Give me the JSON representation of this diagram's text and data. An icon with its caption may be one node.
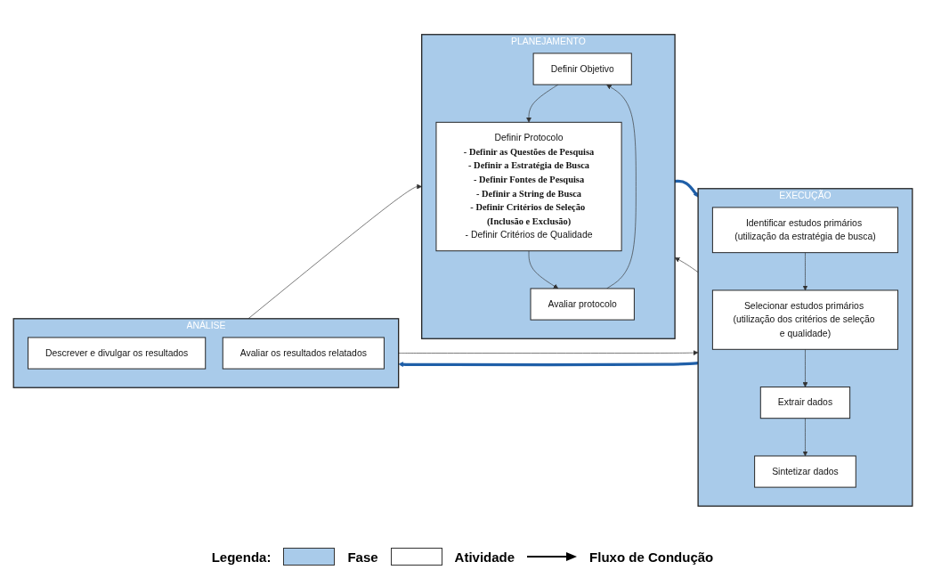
{
  "diagram": {
    "nodes": [
      {
        "text": [
          "PLANEJAMENTO"
        ]
      },
      {
        "text": [
          "Definir Objetivo"
        ],
        "in": 0
      },
      {
        "text": [
          "Definir Protocolo",
          "- Definir as Questões de Pesquisa",
          "- Definir a Estratégia de Busca",
          "- Definir Fontes de Pesquisa",
          "- Definir a String de Busca",
          "- Definir Critérios de Seleção (Inclusão e Exclusão)",
          "- Definir Critérios de Qualidade"
        ],
        "in": 0
      },
      {
        "text": [
          "Avaliar protocolo"
        ],
        "in": 0
      },
      {
        "text": [
          "EXECUÇÃO"
        ]
      },
      {
        "text": [
          "Identificar estudos primários (utilização da estratégia de busca)"
        ],
        "in": 4
      },
      {
        "text": [
          "Selecionar estudos primários (utilização dos critérios de seleção e qualidade)"
        ],
        "in": 4
      },
      {
        "text": [
          "Extrair dados"
        ],
        "in": 4
      },
      {
        "text": [
          "Sintetizar dados"
        ],
        "in": 4
      },
      {
        "text": [
          "ANÁLISE"
        ]
      },
      {
        "text": [
          "Descrever e divulgar os resultados"
        ],
        "in": 9
      },
      {
        "text": [
          "Avaliar os resultados relatados"
        ],
        "in": 9
      }
    ],
    "edges": [
      {
        "from": 1,
        "to": 2,
        "arrow": "to"
      },
      {
        "from": 2,
        "to": 3,
        "arrow": "to"
      },
      {
        "from": 3,
        "to": 1,
        "arrow": "to"
      },
      {
        "from": 5,
        "to": 6,
        "arrow": "to"
      },
      {
        "from": 6,
        "to": 7,
        "arrow": "to"
      },
      {
        "from": 7,
        "to": 8,
        "arrow": "to"
      },
      {
        "from": 0,
        "to": 4,
        "arrow": "to",
        "style": "thick",
        "color": "#1f5fa8"
      },
      {
        "from": 4,
        "to": 9,
        "arrow": "to",
        "style": "thick",
        "color": "#1f5fa8"
      },
      {
        "from": 9,
        "to": 0,
        "arrow": "to"
      },
      {
        "from": 9,
        "to": 4,
        "arrow": "to"
      },
      {
        "from": 4,
        "to": 0,
        "arrow": "to"
      }
    ],
    "labels": [
      "Legenda:"
    ],
    "legend": [
      {
        "text": "Fase",
        "color": "#a9cbea"
      },
      {
        "text": "Atividade",
        "color": "#ffffff"
      },
      {
        "text": "Fluxo de Condução"
      }
    ]
  }
}
